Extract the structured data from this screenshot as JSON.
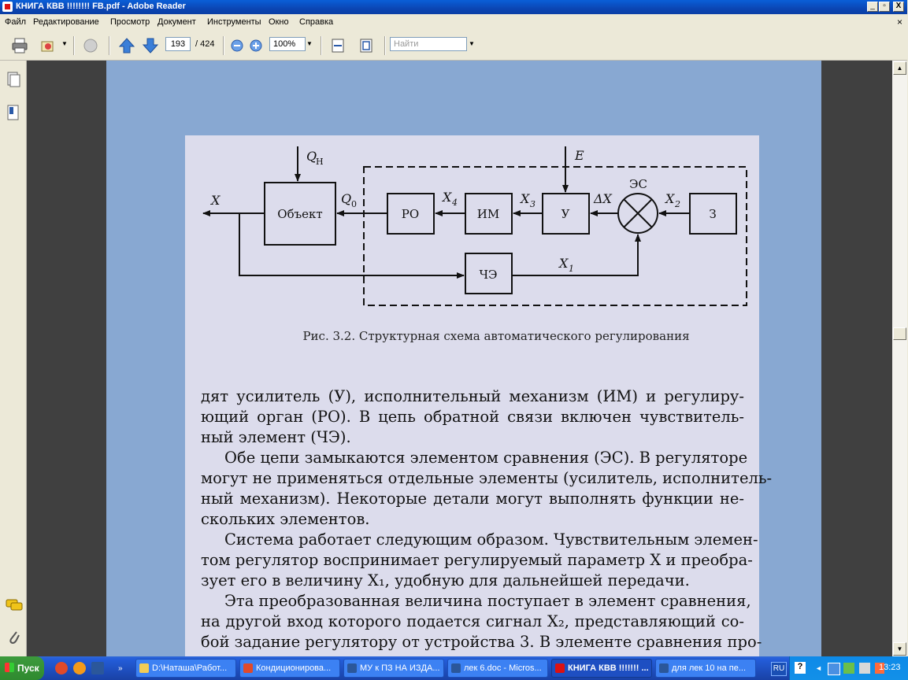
{
  "window": {
    "title": "КНИГА КВВ !!!!!!!! FB.pdf - Adobe Reader",
    "controls": {
      "minimize": "_",
      "maximize": "▫",
      "close": "X"
    }
  },
  "menu": [
    "Файл",
    "Редактирование",
    "Просмотр",
    "Документ",
    "Инструменты",
    "Окно",
    "Справка"
  ],
  "menu_close": "×",
  "toolbar": {
    "page_current": "193",
    "page_total": "/ 424",
    "zoom": "100%",
    "find_placeholder": "Найти"
  },
  "diagram": {
    "qn_label": "Q",
    "qn_sub": "Н",
    "e_label": "E",
    "x_label": "X",
    "q0_label": "Q",
    "q0_sub": "0",
    "object_label": "Объект",
    "ro_label": "РО",
    "im_label": "ИМ",
    "u_label": "У",
    "z_label": "З",
    "es_label": "ЭС",
    "che_label": "ЧЭ",
    "x4": "X",
    "x4_sub": "4",
    "x3": "X",
    "x3_sub": "3",
    "dx": "ΔX",
    "x2": "X",
    "x2_sub": "2",
    "x1": "X",
    "x1_sub": "1"
  },
  "caption": "Рис. 3.2. Структурная схема автоматического регулирования",
  "text_lines": [
    "дят усилитель (У), исполнительный механизм (ИМ) и регулиру-",
    "ющий орган (РО). В цепь обратной связи включен чувствитель-",
    "ный элемент (ЧЭ).",
    "Обе цепи замыкаются элементом сравнения (ЭС). В регуляторе",
    "могут не применяться отдельные элементы (усилитель, исполнитель-",
    "ный механизм). Некоторые детали могут выполнять функции не-",
    "скольких элементов.",
    "Система работает следующим образом. Чувствительным элемен-",
    "том регулятор воспринимает регулируемый параметр X и преобра-",
    "зует его в величину X₁, удобную для дальнейшей передачи.",
    "Эта преобразованная величина поступает в элемент сравнения,",
    "на другой вход которого подается сигнал X₂, представляющий со-",
    "бой задание регулятору от устройства 3. В элементе сравнения про-"
  ],
  "taskbar": {
    "start": "Пуск",
    "tasks": [
      "D:\\Наташа\\Работ...",
      "Кондиционирова...",
      "МУ к ПЗ НА ИЗДА...",
      "лек 6.doc - Micros...",
      "КНИГА КВВ !!!!!!! ...",
      "для лек 10 на пе..."
    ],
    "lang": "RU",
    "help": "?",
    "time": "13:23"
  }
}
